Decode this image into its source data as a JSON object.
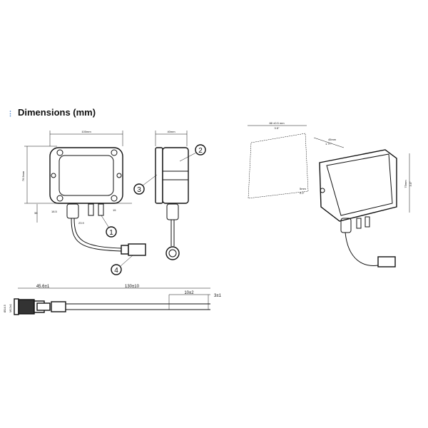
{
  "title": "Dimensions (mm)",
  "front_view": {
    "width": "100mm",
    "height": "76.5mm",
    "d1": "38",
    "d2": "18.5",
    "d3": "23.9",
    "d4": "15"
  },
  "side_view": {
    "depth": "40mm"
  },
  "callouts": [
    "1",
    "2",
    "3",
    "4"
  ],
  "iso_view": {
    "mount_width_mm": "88 ±0.5 mm",
    "mount_width_in": "3.5\"",
    "depth_mm": "45mm",
    "depth_in": "1.77\"",
    "hole_mm": "5mm",
    "hole_in": "0.2\"",
    "height_mm": "75mm",
    "height_in": "3.0\""
  },
  "cable": {
    "connector_length": "45.6±1",
    "cable_length": "130±10",
    "strip_length": "10±2",
    "wire_end": "3±1",
    "dia1": "Ø14.5",
    "dia2": "M12x1"
  }
}
